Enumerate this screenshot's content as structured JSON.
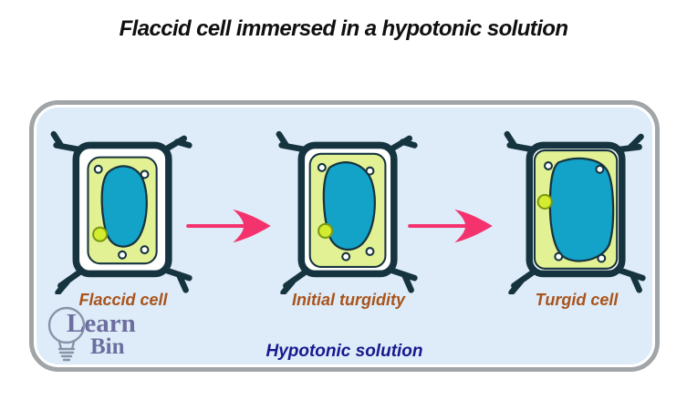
{
  "title": "Flaccid cell immersed in a hypotonic solution",
  "panel": {
    "solution_label": "Hypotonic solution",
    "stages": [
      {
        "label": "Flaccid cell"
      },
      {
        "label": "Initial turgidity"
      },
      {
        "label": "Turgid cell"
      }
    ]
  },
  "logo": {
    "line1": "Learn",
    "line2": "Bin"
  },
  "icons": {
    "arrow": "arrow-right-icon",
    "bulb": "lightbulb-icon"
  },
  "colors": {
    "title_color": "#101010",
    "panel_bg": "#ddecf8",
    "panel_border": "#a2a5a8",
    "cell_wall": "#16343f",
    "cell_gap": "#ffffff",
    "cytoplasm": "#e2f194",
    "vacuole": "#13a2c8",
    "organelle_white": "#ffffff",
    "organelle_yellow": "#d4ec2e",
    "organelle_yellow_ring": "#7d9a14",
    "arrow": "#f4336e",
    "stage_label": "#a9531b",
    "solution_label": "#18188f",
    "logo_text": "#6c6e9f",
    "logo_bulb": "#8793a9"
  }
}
